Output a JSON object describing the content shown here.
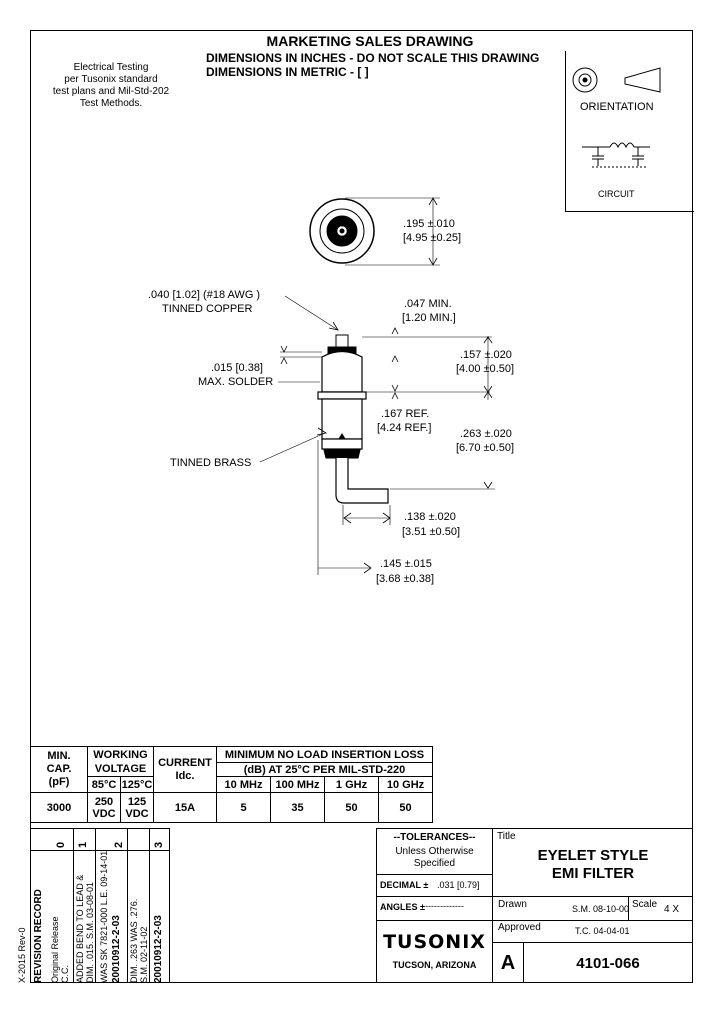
{
  "header": {
    "title": "MARKETING SALES DRAWING",
    "line1": "DIMENSIONS IN INCHES - DO NOT SCALE THIS DRAWING",
    "line2": "DIMENSIONS IN METRIC - [  ]"
  },
  "testing_note": [
    "Electrical Testing",
    "per Tusonix standard",
    "test plans and Mil-Std-202",
    "Test Methods."
  ],
  "orientation_label": "ORIENTATION",
  "circuit_label": "CIRCUIT",
  "dims": {
    "d195": ".195 ±.010",
    "d195m": "[4.95 ±0.25]",
    "wire1": ".040 [1.02]  (#18 AWG )",
    "wire2": "TINNED COPPER",
    "d047": ".047 MIN.",
    "d047m": "[1.20 MIN.]",
    "d015": ".015 [0.38]",
    "solder": "MAX. SOLDER",
    "d157": ".157 ±.020",
    "d157m": "[4.00 ±0.50]",
    "d167": ".167 REF.",
    "d167m": "[4.24 REF.]",
    "d263": ".263 ±.020",
    "d263m": "[6.70 ±0.50]",
    "brass": "TINNED BRASS",
    "d138": ".138 ±.020",
    "d138m": "[3.51 ±0.50]",
    "d145": ".145 ±.015",
    "d145m": "[3.68 ±0.38]"
  },
  "spec_table": {
    "min_cap": [
      "MIN.",
      "CAP.",
      "(pF)"
    ],
    "working": [
      "WORKING",
      "VOLTAGE"
    ],
    "temps": [
      "85°C",
      "125°C"
    ],
    "current": [
      "CURRENT",
      "Idc."
    ],
    "insertion_title": "MINIMUM NO LOAD INSERTION LOSS",
    "insertion_sub": "(dB)  AT 25°C PER MIL-STD-220",
    "freqs": [
      "10 MHz",
      "100 MHz",
      "1 GHz",
      "10 GHz"
    ],
    "cap_value": "3000",
    "v85": [
      "250",
      "VDC"
    ],
    "v125": [
      "125",
      "VDC"
    ],
    "current_value": "15A",
    "losses": [
      "5",
      "35",
      "50",
      "50"
    ]
  },
  "revisions": {
    "form_id": "X-2015 Rev-0",
    "title": "REVISION RECORD",
    "entries": [
      {
        "num": "0",
        "desc1": "Original Release",
        "desc2": "C.C.",
        "code": ""
      },
      {
        "num": "1",
        "desc1": "ADDED BEND TO LEAD &",
        "desc2": "DIM. .015. S.M. 03-08-01",
        "code": ""
      },
      {
        "num": "2",
        "desc1": "WAS SK 7821-000 L.E. 09-14-01",
        "desc2": "",
        "code": "20010912-2-03"
      },
      {
        "num": "3",
        "desc1": "DIM. .263 WAS .276.",
        "desc2": "S.M. 02-11-02",
        "code": "20010912-2-03"
      }
    ],
    "entry2_code": "20010912-2-03"
  },
  "tolerances": {
    "title": "--TOLERANCES--",
    "line1": "Unless Otherwise",
    "line2": "Specified",
    "decimal_label": "DECIMAL ±",
    "decimal_value": ".031 [0.79]",
    "angles_label": "ANGLES ±",
    "angles_value": "--------------"
  },
  "company": {
    "name": "TUSONIX",
    "location": "TUCSON, ARIZONA"
  },
  "title_block": {
    "title_label": "Title",
    "title1": "EYELET STYLE",
    "title2": "EMI FILTER",
    "drawn_label": "Drawn",
    "drawn_value": "S.M. 08-10-00",
    "scale_label": "Scale",
    "scale_value": "4 X",
    "approved_label": "Approved",
    "approved_value": "T.C. 04-04-01",
    "size": "A",
    "number": "4101-066"
  }
}
